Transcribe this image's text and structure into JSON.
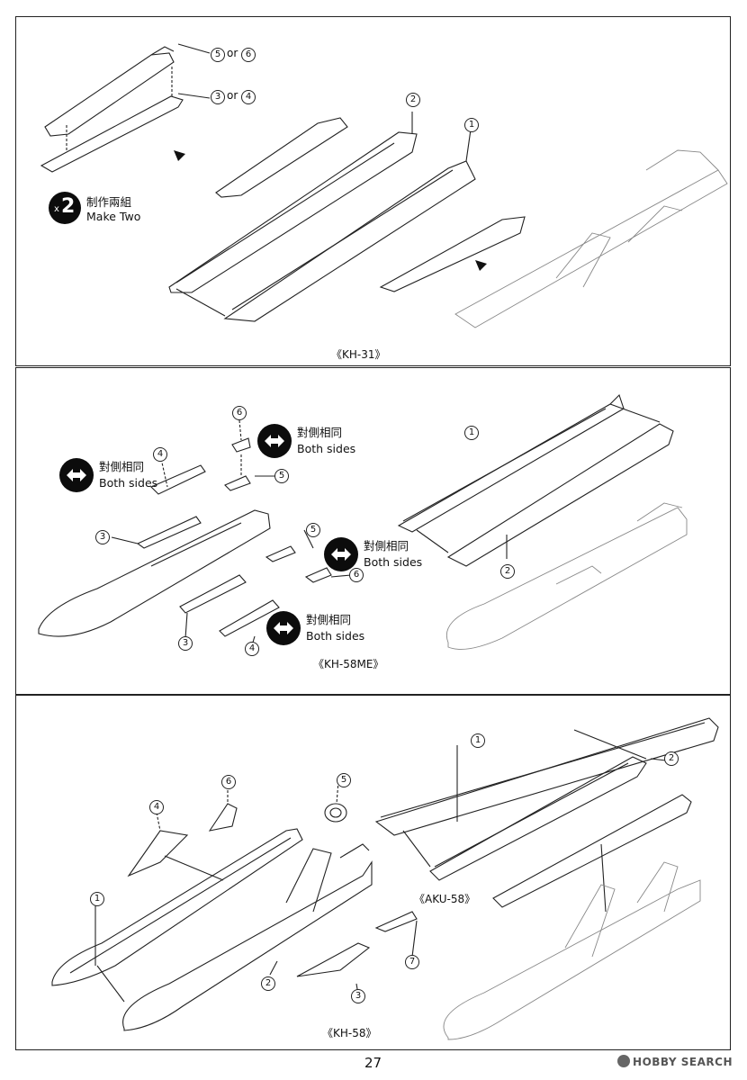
{
  "panels": [
    {
      "caption": "《KH-31》",
      "parts": {
        "p1": "1",
        "p2": "2",
        "p3": "3",
        "p4": "4",
        "p5": "5",
        "p6": "6"
      },
      "or_word": "or",
      "make_two": {
        "count": "2",
        "prefix": "x",
        "zh": "制作兩組",
        "en": "Make Two"
      }
    },
    {
      "caption": "《KH-58ME》",
      "both_sides": {
        "zh": "對側相同",
        "en": "Both sides"
      },
      "labels": [
        "1",
        "2",
        "3",
        "4",
        "5",
        "6",
        "3",
        "4",
        "5",
        "6"
      ]
    },
    {
      "caption": "《KH-58》",
      "sub_caption": "《AKU-58》",
      "labels": [
        "1",
        "2",
        "3",
        "4",
        "5",
        "6",
        "7",
        "1",
        "2"
      ]
    }
  ],
  "page_number": "27",
  "watermark": "HOBBY SEARCH"
}
